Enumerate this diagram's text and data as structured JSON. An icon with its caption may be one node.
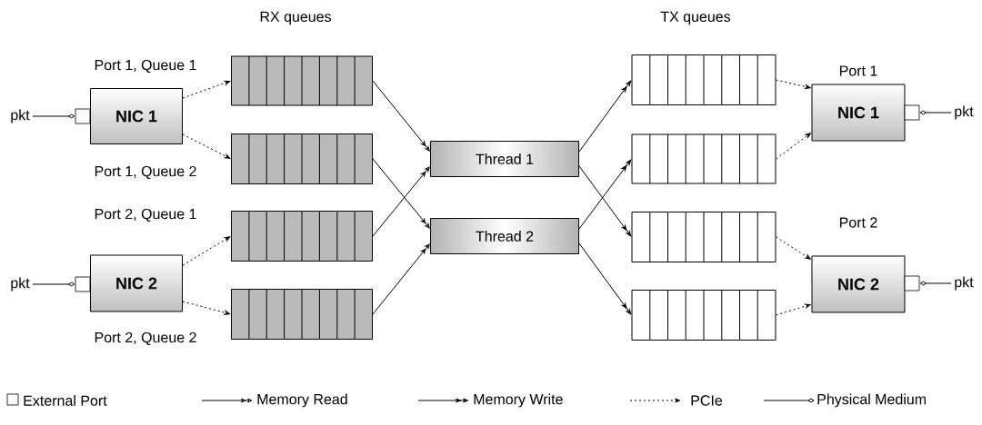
{
  "diagram": {
    "nodes": [
      {
        "text": [
          "pkt"
        ]
      },
      {
        "text": [],
        "shape": "box"
      },
      {
        "text": [
          "NIC 1"
        ]
      },
      {
        "text": [
          "pkt"
        ]
      },
      {
        "text": [],
        "shape": "box"
      },
      {
        "text": [
          "NIC 2"
        ]
      },
      {
        "text": [],
        "shape": "box"
      },
      {
        "text": [],
        "shape": "box"
      },
      {
        "text": [],
        "shape": "box"
      },
      {
        "text": [],
        "shape": "box"
      },
      {
        "text": [
          "Thread 1"
        ]
      },
      {
        "text": [
          "Thread 2"
        ]
      },
      {
        "text": [],
        "shape": "box"
      },
      {
        "text": [],
        "shape": "box"
      },
      {
        "text": [],
        "shape": "box"
      },
      {
        "text": [],
        "shape": "box"
      },
      {
        "text": [
          "NIC 1"
        ],
        "beside": [
          "Port 1"
        ]
      },
      {
        "text": [],
        "shape": "box"
      },
      {
        "text": [
          "pkt"
        ]
      },
      {
        "text": [
          "NIC 2"
        ],
        "beside": [
          "Port 2"
        ]
      },
      {
        "text": [],
        "shape": "box"
      },
      {
        "text": [
          "pkt"
        ]
      }
    ],
    "edges": [
      {
        "from": 0,
        "to": 1,
        "arrow": "other"
      },
      {
        "from": 3,
        "to": 4,
        "arrow": "other"
      },
      {
        "from": 2,
        "to": 6,
        "arrow": "to",
        "style": "dashed"
      },
      {
        "from": 2,
        "to": 7,
        "arrow": "to",
        "style": "dashed"
      },
      {
        "from": 5,
        "to": 8,
        "arrow": "to",
        "style": "dashed"
      },
      {
        "from": 5,
        "to": 9,
        "arrow": "to",
        "style": "dashed"
      },
      {
        "from": 6,
        "to": 10,
        "arrow": "to"
      },
      {
        "from": 7,
        "to": 11,
        "arrow": "to"
      },
      {
        "from": 8,
        "to": 10,
        "arrow": "to"
      },
      {
        "from": 9,
        "to": 11,
        "arrow": "to"
      },
      {
        "from": 10,
        "to": 12,
        "arrow": "to"
      },
      {
        "from": 10,
        "to": 14,
        "arrow": "to"
      },
      {
        "from": 11,
        "to": 13,
        "arrow": "to"
      },
      {
        "from": 11,
        "to": 15,
        "arrow": "to"
      },
      {
        "from": 12,
        "to": 16,
        "arrow": "to",
        "style": "dashed"
      },
      {
        "from": 13,
        "to": 16,
        "arrow": "to",
        "style": "dashed"
      },
      {
        "from": 14,
        "to": 19,
        "arrow": "to",
        "style": "dashed"
      },
      {
        "from": 15,
        "to": 19,
        "arrow": "to",
        "style": "dashed"
      },
      {
        "from": 18,
        "to": 17,
        "arrow": "other"
      },
      {
        "from": 21,
        "to": 20,
        "arrow": "other"
      }
    ],
    "labels": [
      "RX queues",
      "TX queues",
      "Port 1, Queue 1",
      "Port 1, Queue 2",
      "Port 2, Queue 1",
      "Port 2, Queue 2"
    ],
    "legend": [
      {
        "text": "External Port"
      },
      {
        "text": "Memory Read"
      },
      {
        "text": "Memory Write"
      },
      {
        "text": "PCIe"
      },
      {
        "text": "Physical Medium"
      }
    ]
  }
}
